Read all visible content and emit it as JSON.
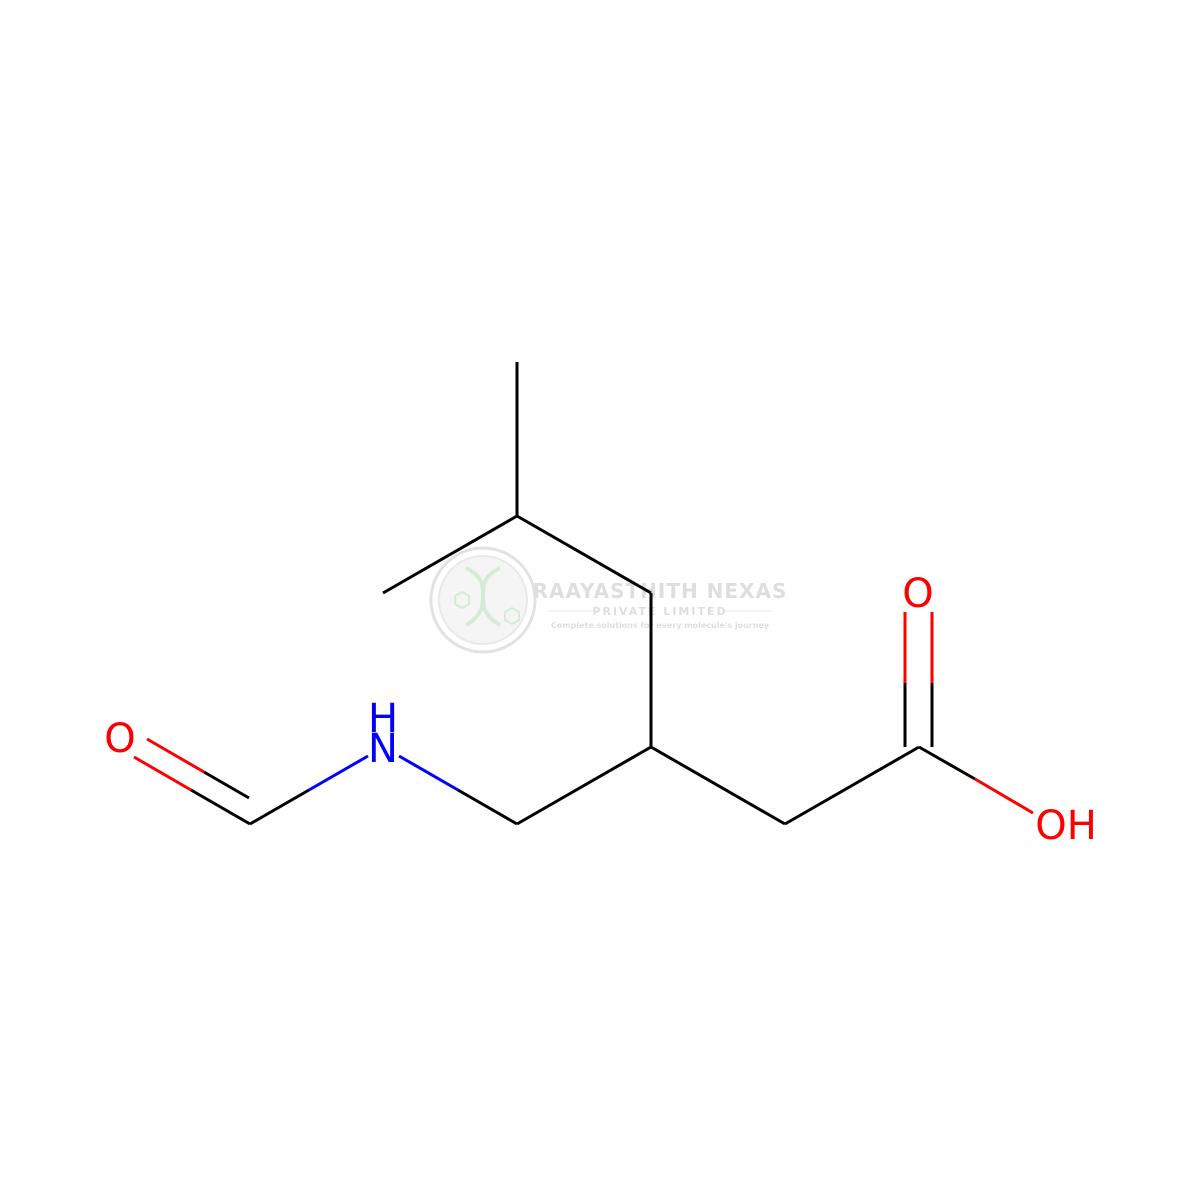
{
  "colors": {
    "carbon_bond": "#000000",
    "oxygen": "#ff0000",
    "nitrogen": "#0000ff",
    "watermark": "#d9d9d9",
    "watermark_accent": "#c9e6c9"
  },
  "atoms": {
    "o_aldehyde": "O",
    "nh_n": "N",
    "nh_h": "H",
    "o_carbonyl": "O",
    "oh": "OH"
  },
  "watermark": {
    "company": "RAAYASTHITH NEXAS",
    "subtitle": "PRIVATE LIMITED",
    "tagline": "Complete solutions for every molecule's journey"
  }
}
